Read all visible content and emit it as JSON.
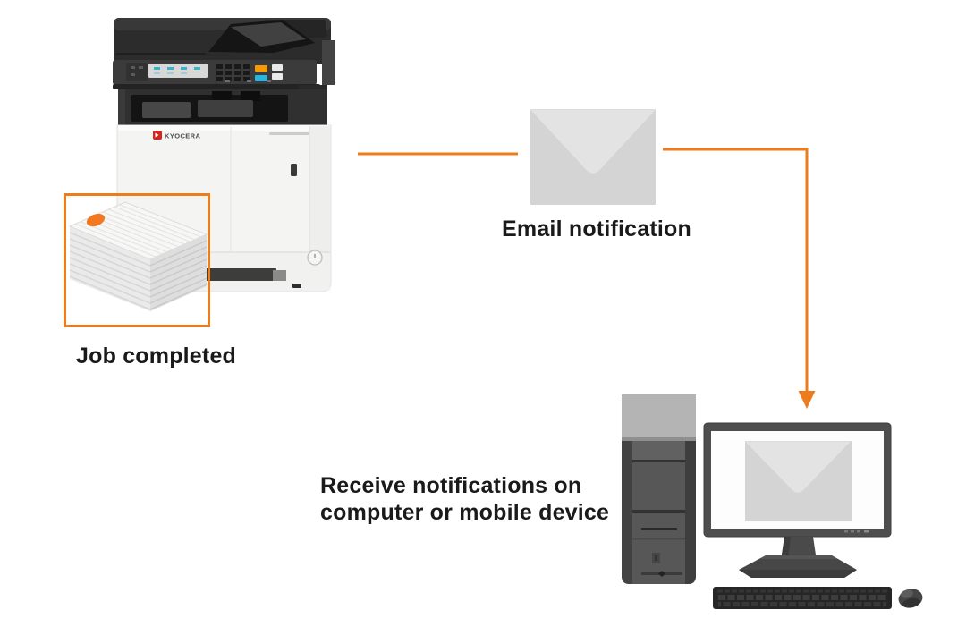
{
  "diagram": {
    "type": "workflow",
    "brand": "KYOCERA",
    "labels": {
      "job_completed": "Job completed",
      "email_notification": "Email notification",
      "receive_line1": "Receive notifications on",
      "receive_line2": "computer or mobile device"
    },
    "icons": {
      "printer": "kyocera-multifunction-printer-icon",
      "paper_stack": "printed-paper-stack-icon",
      "envelope": "email-envelope-icon",
      "computer": "desktop-computer-icon",
      "arrow": "down-arrowhead-icon"
    },
    "colors": {
      "accent_orange": "#EE7B1C",
      "highlight_dot": "#F4781F",
      "text": "#1A1A1A",
      "envelope_body": "#D4D4D4",
      "envelope_flap": "#E3E3E3",
      "kyocera_red": "#D3261F",
      "panel_orange_key": "#F59B00",
      "panel_cyan_key": "#2AB5E0"
    }
  }
}
